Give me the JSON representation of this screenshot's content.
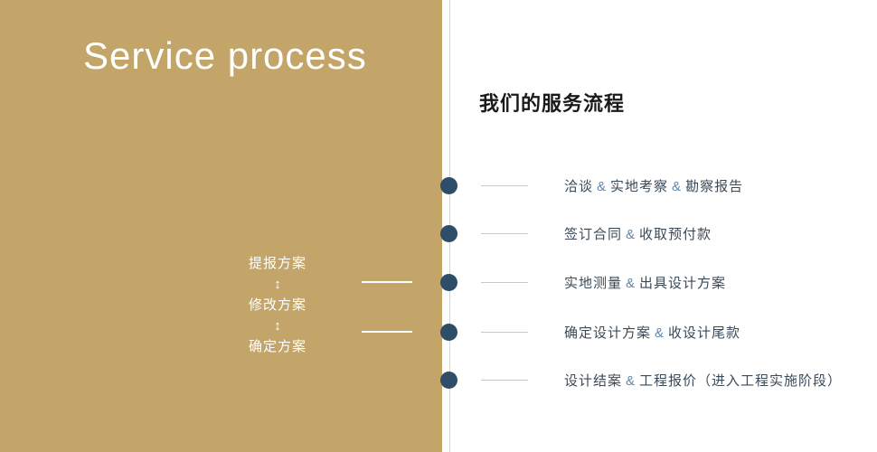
{
  "left_panel": {
    "title": "Service process",
    "bg_color": "#c3a569",
    "loop": {
      "steps": [
        "提报方案",
        "修改方案",
        "确定方案"
      ],
      "arrow": "↕"
    }
  },
  "right_panel": {
    "title": "我们的服务流程",
    "separator": "&",
    "steps": [
      {
        "parts": [
          "洽谈",
          "实地考察",
          "勘察报告"
        ]
      },
      {
        "parts": [
          "签订合同",
          "收取预付款"
        ]
      },
      {
        "parts": [
          "实地测量",
          "出具设计方案"
        ]
      },
      {
        "parts": [
          "确定设计方案",
          "收设计尾款"
        ]
      },
      {
        "parts": [
          "设计结案",
          "工程报价（进入工程实施阶段）"
        ]
      }
    ]
  },
  "colors": {
    "panel_gold": "#c3a569",
    "dot_navy": "#2e4d68",
    "divider_gray": "#d6d6d6",
    "text_dark": "#3b4a59",
    "ampersand_blue": "#5f86ad"
  }
}
